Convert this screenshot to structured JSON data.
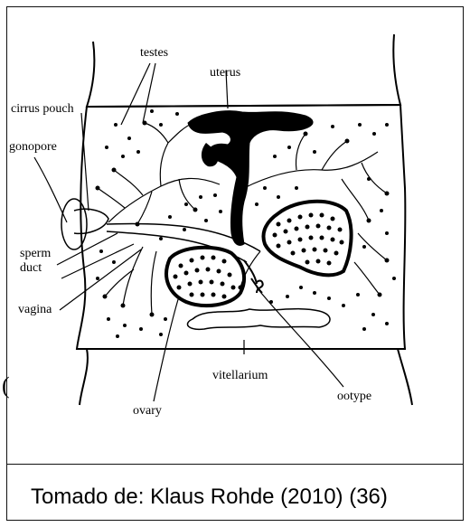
{
  "figure": {
    "labels": {
      "testes": "testes",
      "uterus": "uterus",
      "cirrus_pouch": "cirrus pouch",
      "gonopore": "gonopore",
      "sperm": "sperm",
      "duct": "duct",
      "vagina": "vagina",
      "vitellarium": "vitellarium",
      "ootype": "ootype",
      "ovary": "ovary"
    },
    "stray_glyph": "("
  },
  "caption": {
    "text": "Tomado de: Klaus Rohde (2010) (36)"
  }
}
